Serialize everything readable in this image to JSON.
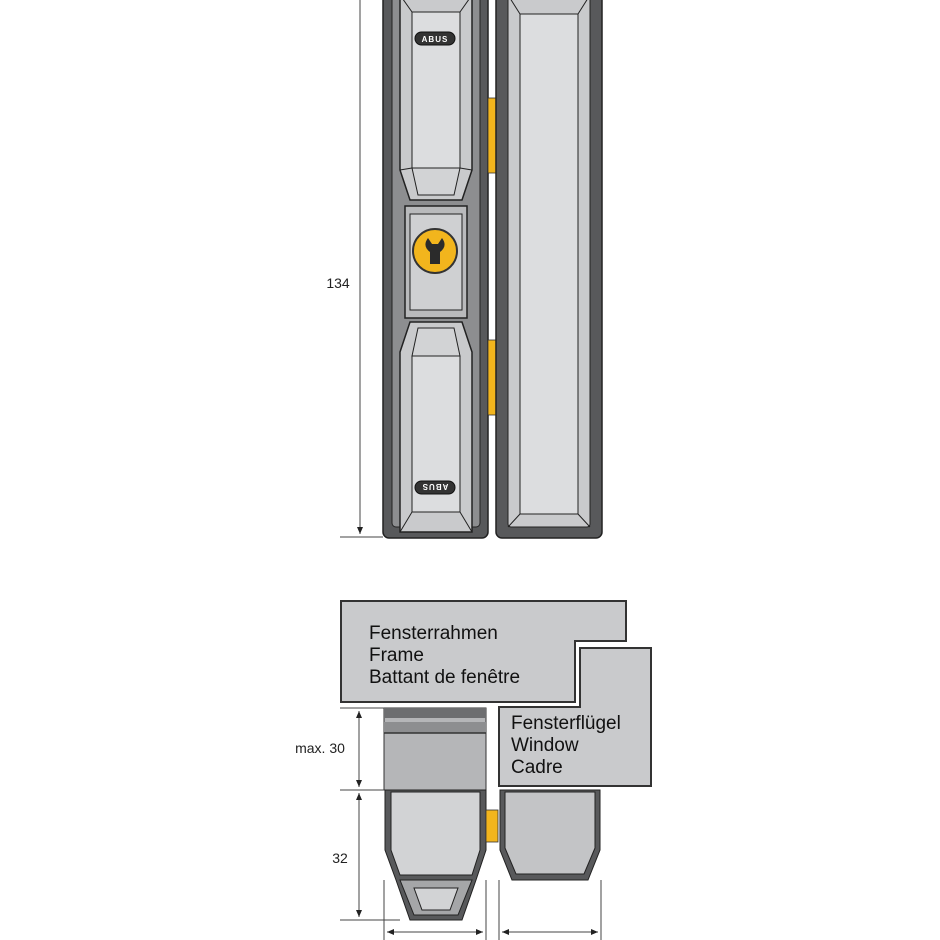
{
  "dimensions": {
    "height": "134",
    "frame_depth": "max. 30",
    "lock_depth": "32"
  },
  "brand": "ABUS",
  "labels": {
    "frame": [
      "Fensterrahmen",
      "Frame",
      "Battant de fenêtre"
    ],
    "sash": [
      "Fensterflügel",
      "Window",
      "Cadre"
    ]
  },
  "colors": {
    "housing": "#58595b",
    "body": "#c9cacc",
    "face": "#dcdddf",
    "accent": "#f2b51d"
  }
}
